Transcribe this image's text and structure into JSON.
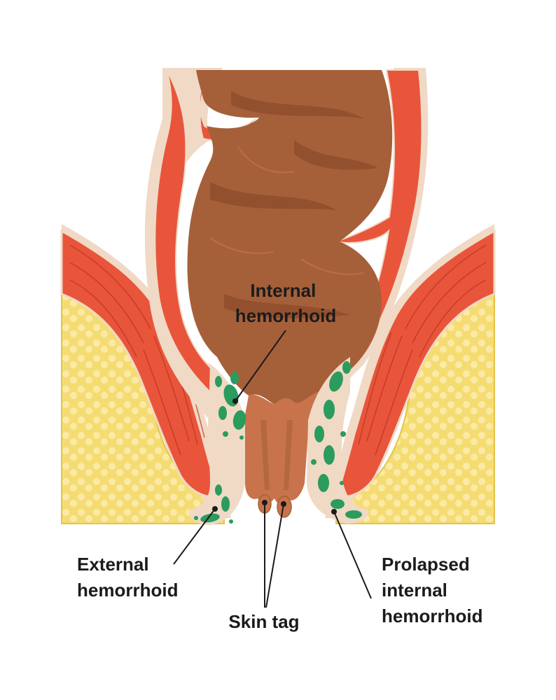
{
  "labels": {
    "internal": [
      "Internal",
      "hemorrhoid"
    ],
    "external": [
      "External",
      "hemorrhoid"
    ],
    "skin_tag": [
      "Skin tag"
    ],
    "prolapsed": [
      "Prolapsed",
      "internal",
      "hemorrhoid"
    ]
  },
  "colors": {
    "fat": "#f5dc72",
    "fat_cell": "#fbeaa7",
    "muscle": "#e8553b",
    "muscle_fiber": "#b8321f",
    "lining": "#f0d9c5",
    "canal": "#a5603a",
    "canal_dark": "#8c4b2b",
    "canal_light": "#c8734b",
    "vessel": "#2b9b5e",
    "vessel_light": "#9fd6a9",
    "line": "#1b1b1b"
  }
}
